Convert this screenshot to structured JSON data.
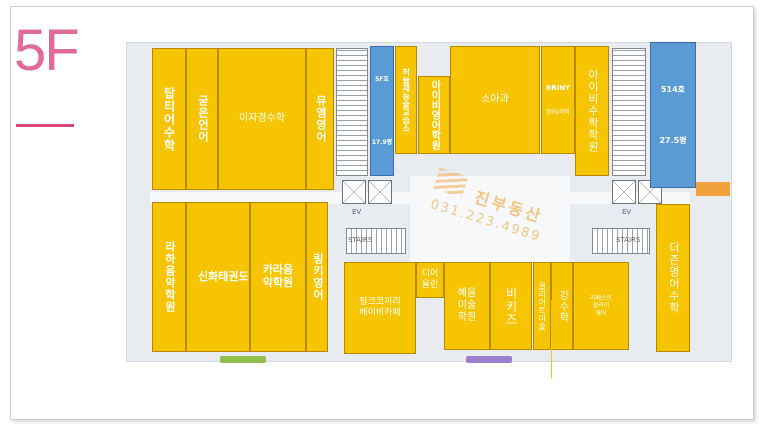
{
  "floor": "5F",
  "watermark": {
    "name": "진부동산",
    "phone": "031.223.4989"
  },
  "rooms": {
    "taptier": "탑티어수학",
    "gureun": "굳은언어",
    "ija": "이자경수학",
    "myum": "뮤엠영어",
    "sm_blue": "5F호",
    "sm_blue_area": "17.9평",
    "hanul": "허늘재능술교습소",
    "aibi_eng": "아이비영어학원",
    "soa": "소아과",
    "briny": "BRINY",
    "briny_sub": "영어/과학",
    "aibi_math": "아이비수학학원",
    "r514": "514호",
    "r514_area": "27.5평",
    "laha": "라하음악학원",
    "shinhwa": "신화태권도",
    "kara": "카라음악학원",
    "ring": "링키영어",
    "pink": "핑크코끼리\n베이비카페",
    "dear": "디어\n올린",
    "hyeyum": "혜윰\n미술\n학원",
    "bikiz": "비키즈",
    "clear": "클리어트미술",
    "gang": "강수학",
    "lafest": "라페스트\n클라이\n영어",
    "deojon": "더존영어수학"
  },
  "labels": {
    "stairs": "STAIRS",
    "ev": "EV"
  },
  "colors": {
    "tenant": "#f6c400",
    "vacant": "#5b9bd5",
    "floor_label": "#e06a99"
  }
}
